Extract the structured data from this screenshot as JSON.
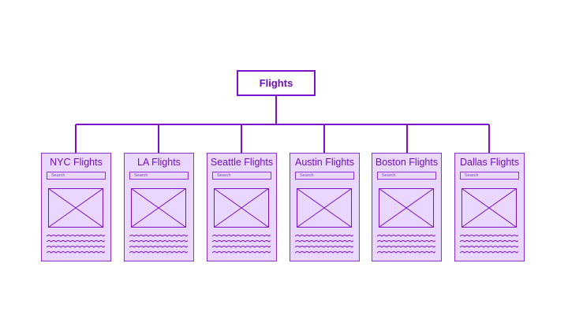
{
  "root": {
    "label": "Flights"
  },
  "children": [
    {
      "label": "NYC Flights",
      "search_placeholder": "Search"
    },
    {
      "label": "LA Flights",
      "search_placeholder": "Search"
    },
    {
      "label": "Seattle Flights",
      "search_placeholder": "Search"
    },
    {
      "label": "Austin Flights",
      "search_placeholder": "Search"
    },
    {
      "label": "Boston Flights",
      "search_placeholder": "Search"
    },
    {
      "label": "Dallas Flights",
      "search_placeholder": "Search"
    }
  ],
  "colors": {
    "stroke": "#7a12c9",
    "card_fill": "#ead7ff",
    "text": "#6e0fbf"
  }
}
